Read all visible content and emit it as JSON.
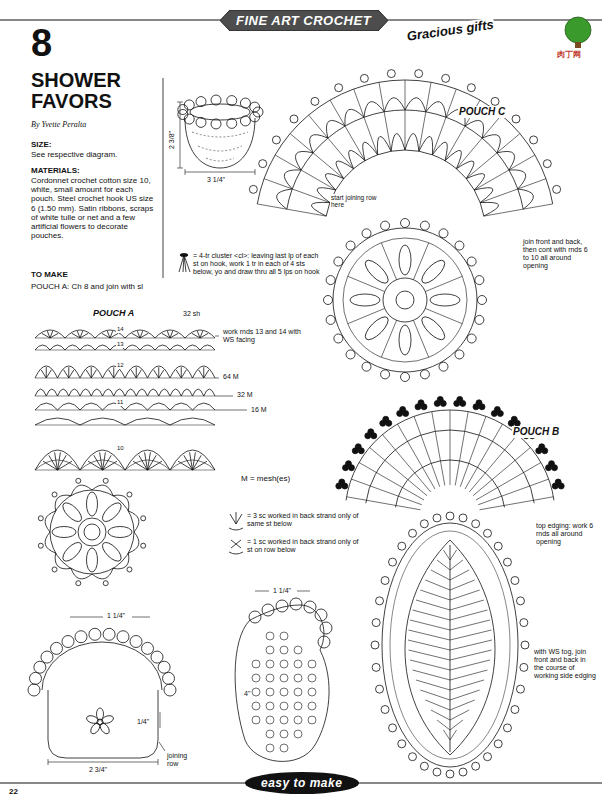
{
  "diagram": {
    "title": "SHOWER FAVORS",
    "nodes": [
      {
        "text": [
          "FINE ART CROCHET"
        ]
      },
      {
        "text": [
          "easy to make"
        ]
      }
    ],
    "labels": [
      "Gracious gifts",
      "8",
      "By Yvette Peralta",
      "SIZE:",
      "See respective diagram.",
      "MATERIALS:",
      "Cordonnet crochet cotton size 10, white, small amount for each pouch. Steel crochet hook US size 6 (1.50 mm). Satin ribbons, scraps of white tulle or net and a few artificial flowers to decorate pouches.",
      "TO MAKE",
      "POUCH A: Ch 8 and join with sl",
      "2 3/8\"",
      "3 1/4\"",
      "POUCH C",
      "start joining row here",
      "join front and back, then cont with rnds 6 to 10 all around opening",
      "POUCH A",
      "32 sh",
      "work rnds 13 and 14 with WS facing",
      "64 M",
      "32 M",
      "16 M",
      "POUCH B",
      "top edging: work 6 rnds all around opening",
      "with WS tog, join front and back in the course of working side edging",
      "1 1/4\"",
      "1/4\"",
      "2 3/4\"",
      "joining row",
      "1 1/4\"",
      "22",
      "肉丁网",
      "14",
      "13",
      "12",
      "11",
      "10",
      "4\""
    ],
    "legend": [
      {
        "text": "= 4-tr cluster <cl>: leaving last lp of each st on hook, work 1 tr in each of 4 sts below, yo and draw thru all 5 lps on hook"
      },
      {
        "text": "M = mesh(es)"
      },
      {
        "text": "= 3 sc worked in back strand only of same st below"
      },
      {
        "text": "= 1 sc worked in back strand only of st on row below"
      }
    ]
  }
}
